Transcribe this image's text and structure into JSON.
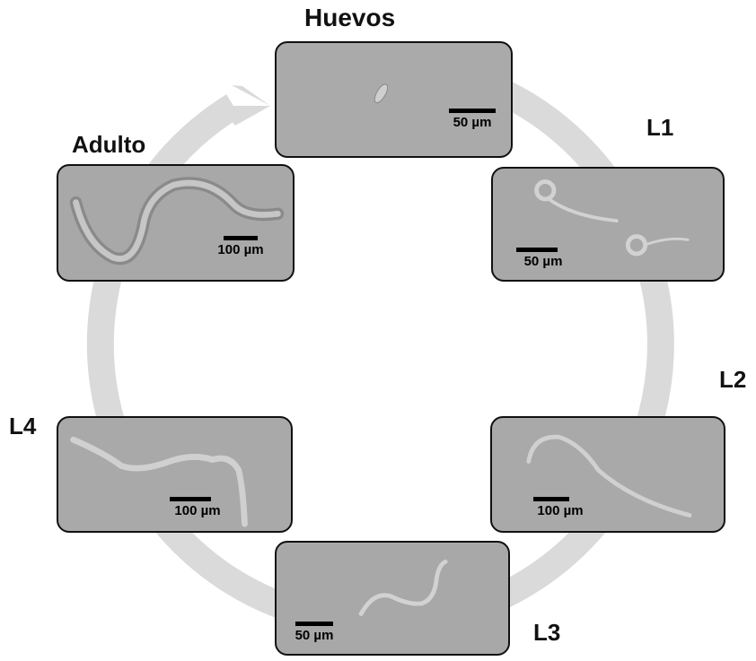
{
  "stages": [
    {
      "id": "huevos",
      "label": "Huevos",
      "scale": "50 µm"
    },
    {
      "id": "l1",
      "label": "L1",
      "scale": "50 µm"
    },
    {
      "id": "l2",
      "label": "L2",
      "scale": "100 µm"
    },
    {
      "id": "l3",
      "label": "L3",
      "scale": "50 µm"
    },
    {
      "id": "l4",
      "label": "L4",
      "scale": "100 µm"
    },
    {
      "id": "adulto",
      "label": "Adulto",
      "scale": "100 µm"
    }
  ],
  "colors": {
    "cycle_ring": "#dadada",
    "panel_background": "#a9a9a9",
    "panel_border": "#111111",
    "specimen": "#c9c9c9"
  }
}
